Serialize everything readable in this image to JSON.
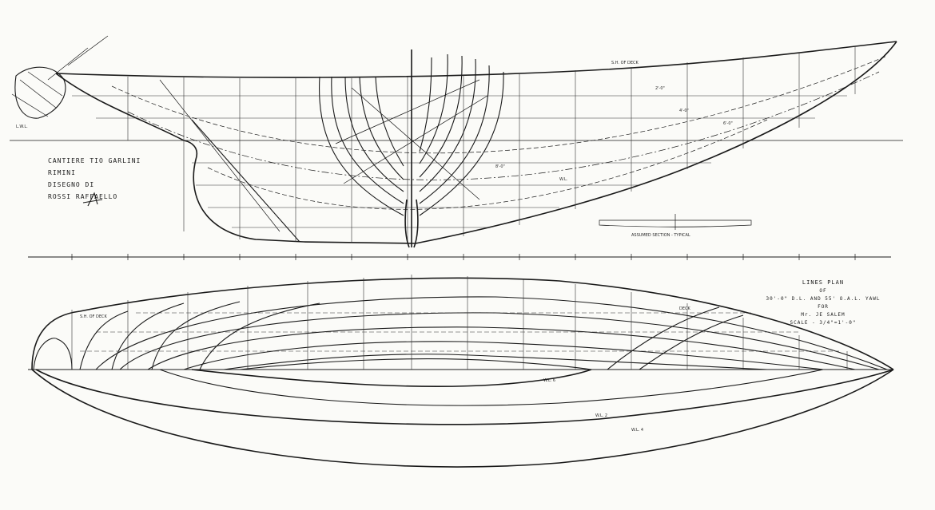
{
  "yard_note": {
    "line1": "CANTIERE TIO GARLINI",
    "line2": "RIMINI",
    "line3": "DISEGNO DI",
    "line4": "ROSSI RAFFAELLO"
  },
  "title_block": {
    "line1": "LINES PLAN",
    "line2": "OF",
    "line3": "30'-0\" D.L. AND 55' O.A.L. YAWL",
    "line4": "FOR",
    "line5": "Mr. JE SALEM",
    "line6": "SCALE - 3/4\"=1'-0\""
  },
  "colors": {
    "ink": "#1a1a1a",
    "paper": "#fbfbf8"
  }
}
